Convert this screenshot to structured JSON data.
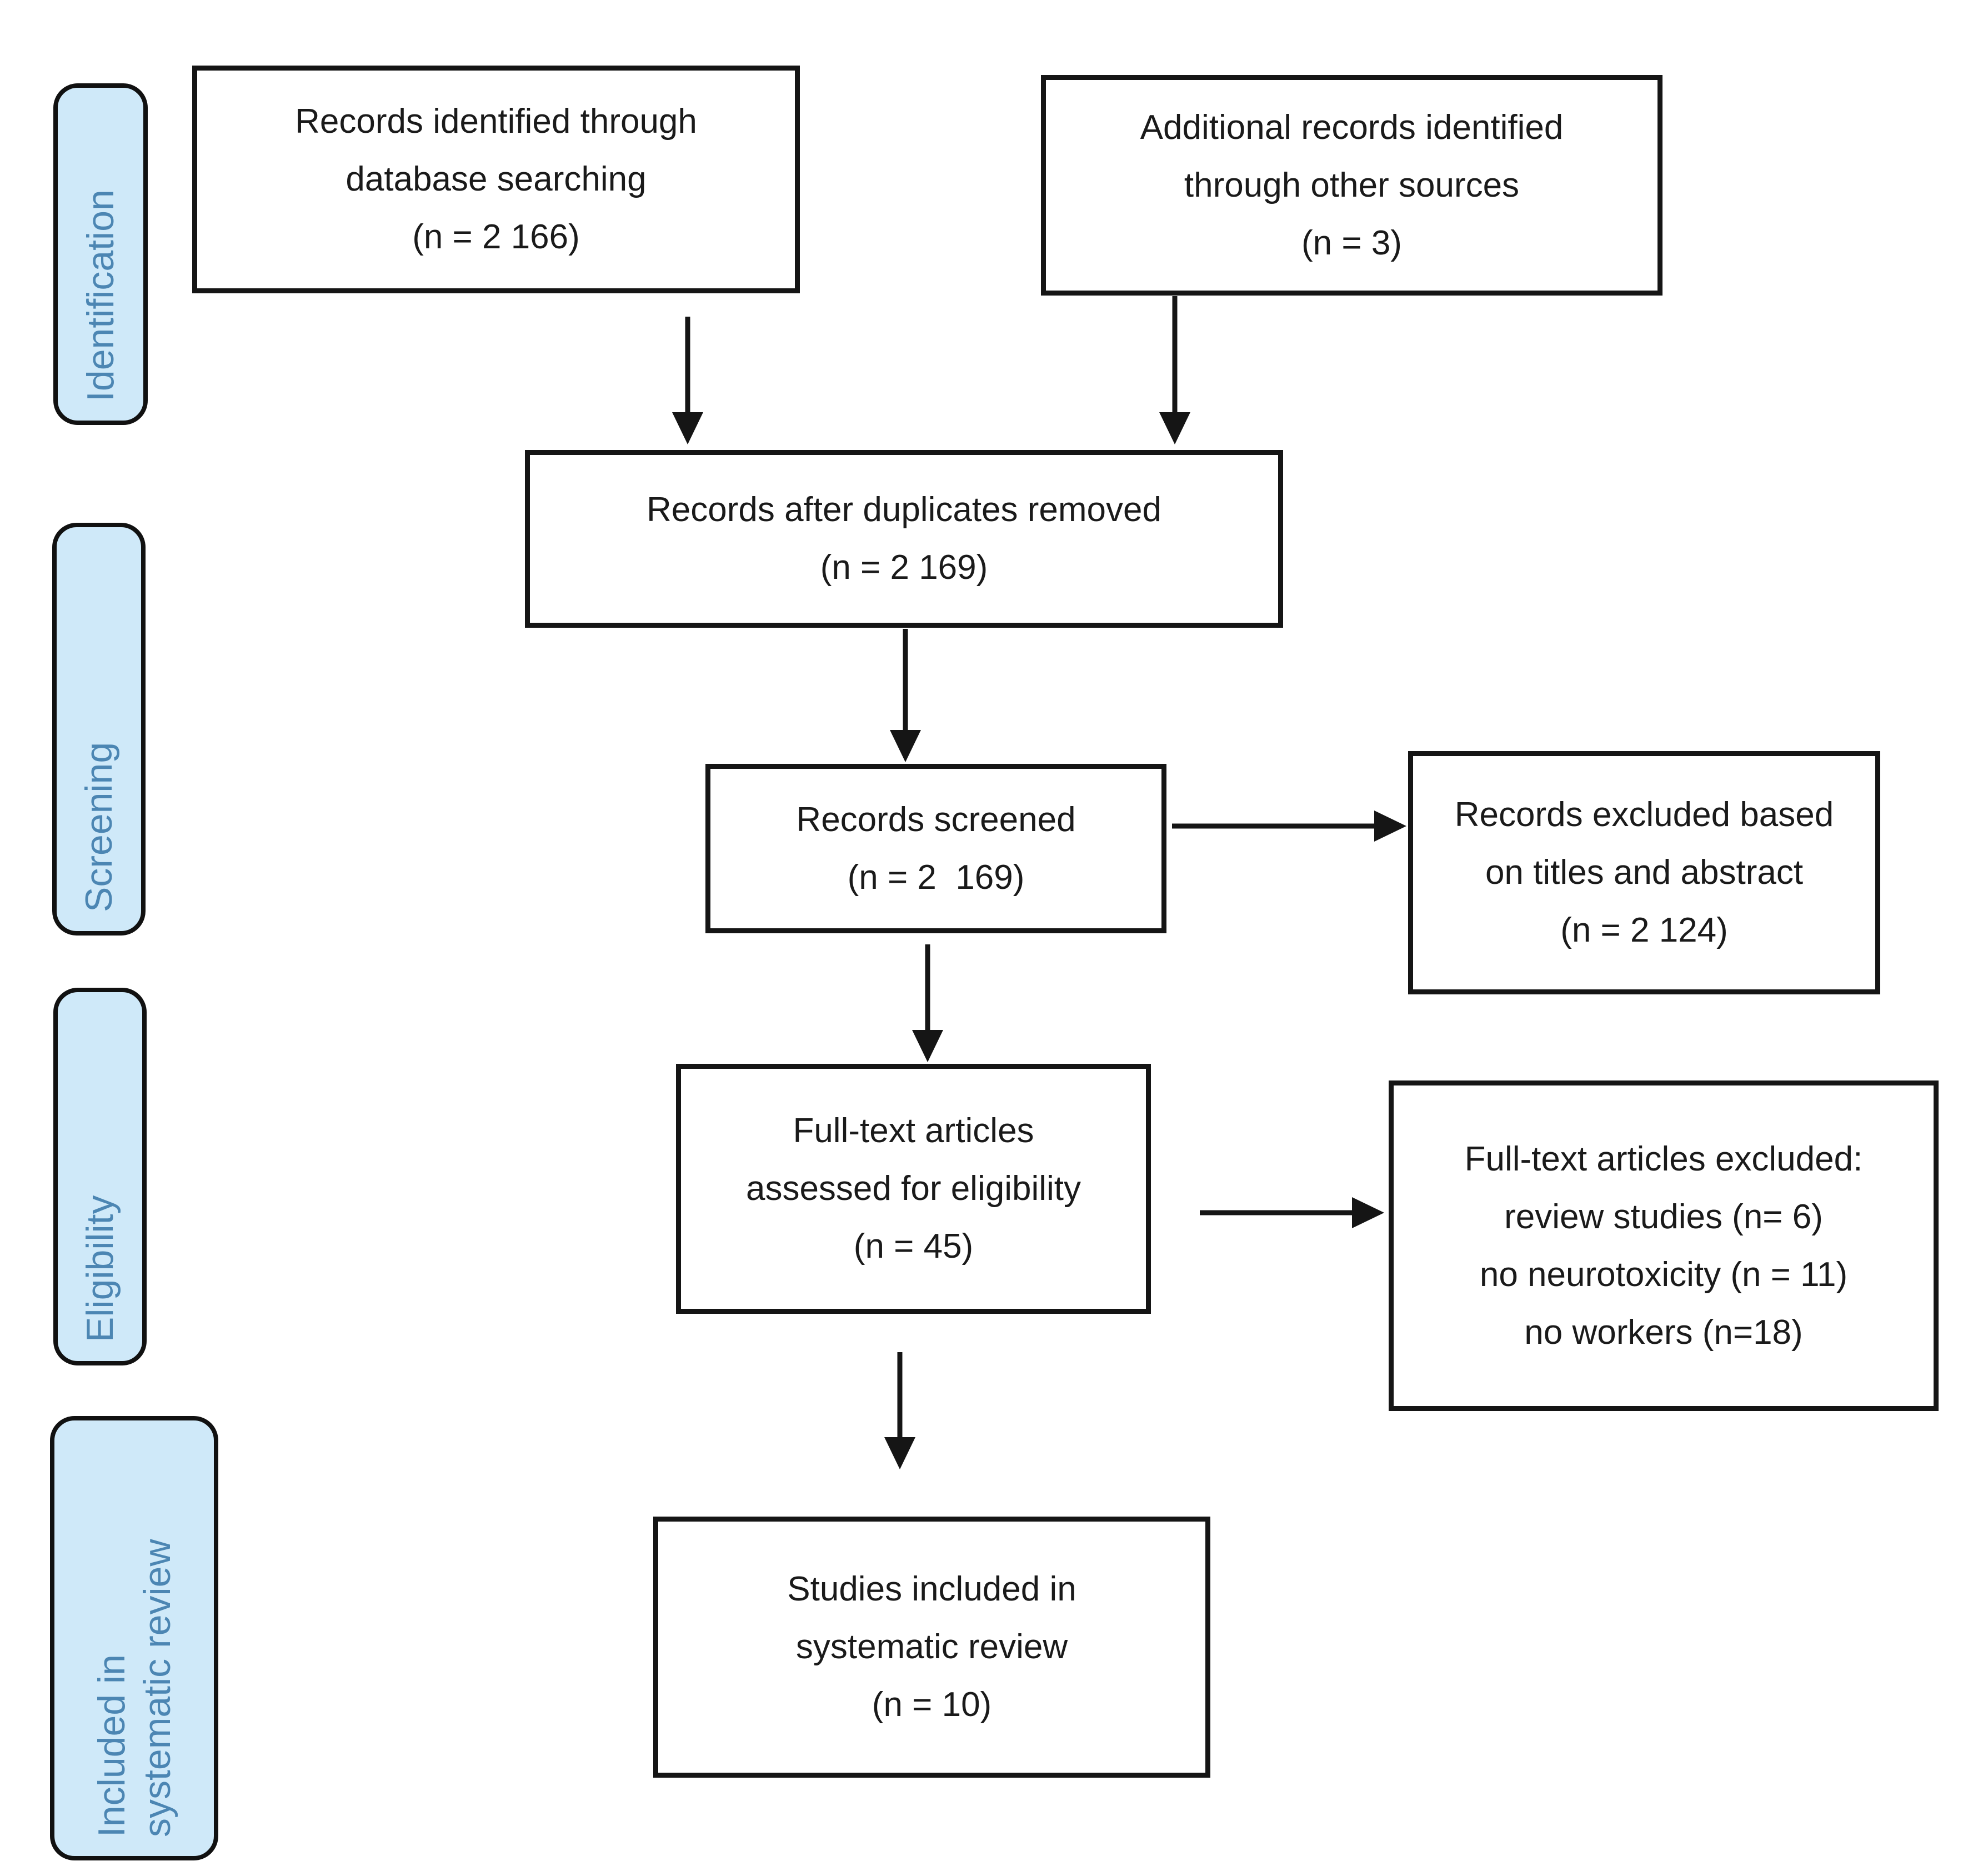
{
  "figure": {
    "kind": "PRISMA flow diagram",
    "background": "#ffffff"
  },
  "palette": {
    "stage_fill": "#cfe9f9",
    "stage_text": "#4c86b3",
    "stage_border": "#111111",
    "box_fill": "#ffffff",
    "box_border": "#151515",
    "box_text": "#1a1a1a",
    "arrow": "#151515"
  },
  "stages": {
    "identification": {
      "label": "Identification"
    },
    "screening": {
      "label": "Screening"
    },
    "eligibility": {
      "label": "Eligibility"
    },
    "included": {
      "label_line1": "Included in",
      "label_line2": "systematic review"
    }
  },
  "boxes": {
    "identified": {
      "lines": [
        "Records identified through",
        "database searching",
        "(n = 2 166)"
      ]
    },
    "additional": {
      "lines": [
        "Additional records identified",
        "through other sources",
        "(n = 3)"
      ]
    },
    "deduplicated": {
      "lines": [
        "Records after duplicates removed",
        "(n = 2 169)"
      ]
    },
    "screened": {
      "lines": [
        "Records screened",
        "(n = 2  169)"
      ]
    },
    "excluded_titles": {
      "lines": [
        "Records excluded based",
        "on titles and abstract",
        "(n = 2 124)"
      ]
    },
    "fulltext": {
      "lines": [
        "Full-text articles",
        "assessed for eligibility",
        "(n = 45)"
      ]
    },
    "fulltext_excluded": {
      "lines": [
        "Full-text articles excluded:",
        "review studies (n= 6)",
        "no neurotoxicity (n = 11)",
        "no workers (n=18)"
      ]
    },
    "included_review": {
      "lines": [
        "Studies included in",
        "systematic review",
        "(n = 10)"
      ]
    }
  }
}
